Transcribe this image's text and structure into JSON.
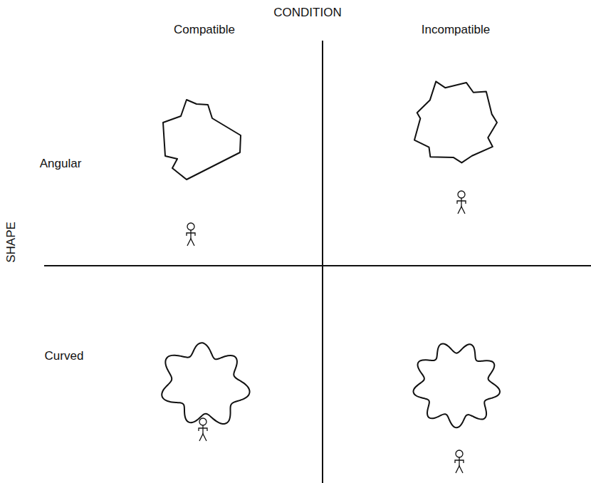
{
  "diagram": {
    "labels": [
      "CONDITION",
      "Compatible",
      "Incompatible",
      "SHAPE",
      "Angular",
      "Curved"
    ]
  }
}
